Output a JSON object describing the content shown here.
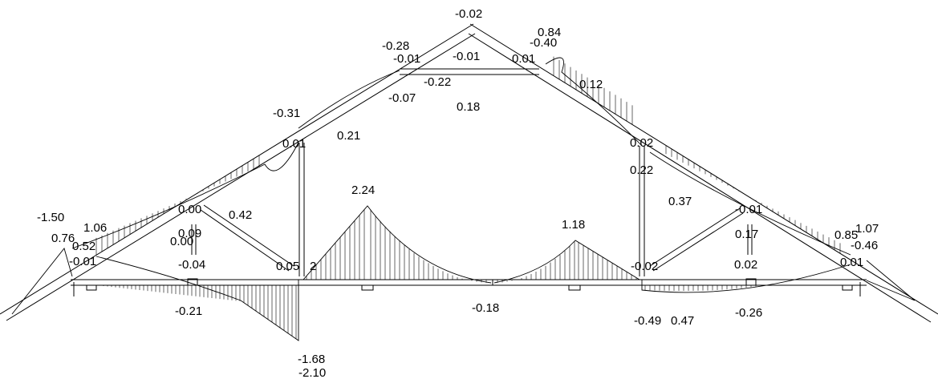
{
  "colors": {
    "line": "#000000",
    "background": "#ffffff"
  },
  "labels": [
    "-0.02",
    "0.84",
    "-0.40",
    "-0.28",
    "-0.01",
    "-0.01",
    "0.01",
    "-0.22",
    "-0.07",
    "0.12",
    "0.18",
    "-0.31",
    "0.21",
    "0.01",
    "0.02",
    "0.22",
    "2.24",
    "0.37",
    "0.00",
    "0.42",
    "-1.50",
    "1.06",
    "0.76",
    "0.52",
    "0.09",
    "0.00",
    "-0.01",
    "-0.04",
    "0.05",
    "2",
    "1.18",
    "-0.02",
    "0.02",
    "-0.01",
    "1.07",
    "0.85",
    "-0.46",
    "0.17",
    "0.01",
    "-0.21",
    "-0.18",
    "-0.49",
    "0.47",
    "-0.26",
    "-1.68",
    "-2.10"
  ]
}
